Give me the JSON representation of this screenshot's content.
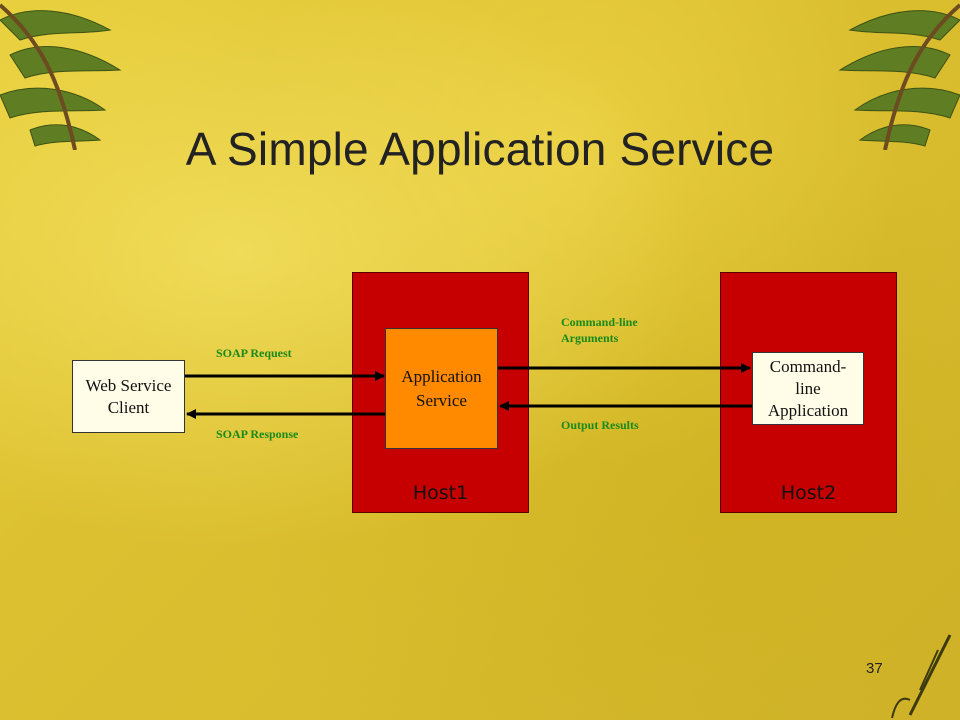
{
  "title": "A Simple Application Service",
  "hosts": [
    {
      "label": "Host1"
    },
    {
      "label": "Host2"
    }
  ],
  "nodes": {
    "client": [
      "Web Service",
      "Client"
    ],
    "app_service": [
      "Application",
      "Service"
    ],
    "cmd_app": [
      "Command-",
      "line",
      "Application"
    ]
  },
  "edges": {
    "soap_request": "SOAP Request",
    "soap_response": "SOAP Response",
    "cmd_args": [
      "Command-line",
      "Arguments"
    ],
    "output_results": "Output Results"
  },
  "page_number": "37",
  "colors": {
    "host": "#c60000",
    "app_service": "#ff8a00",
    "box": "#fffde8",
    "edge_label": "#1a8a1a"
  }
}
